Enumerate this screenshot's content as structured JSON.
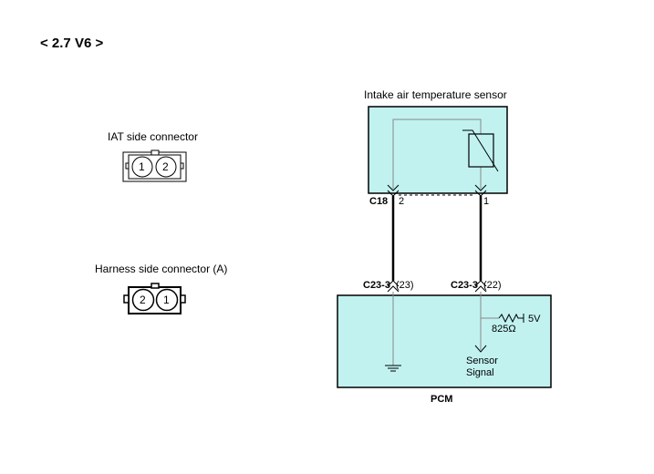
{
  "title": "< 2.7 V6 >",
  "iat_connector": {
    "label": "IAT side connector",
    "pins": [
      "1",
      "2"
    ]
  },
  "harness_connector": {
    "label": "Harness side connector (A)",
    "pins": [
      "2",
      "1"
    ]
  },
  "sensor": {
    "label": "Intake air temperature sensor"
  },
  "c18": {
    "name": "C18",
    "pin_left": "2",
    "pin_right": "1"
  },
  "c23_left": {
    "name": "C23-3",
    "pin": "(23)"
  },
  "c23_right": {
    "name": "C23-3",
    "pin": "(22)"
  },
  "pcm": {
    "label": "PCM",
    "resistor_value": "825Ω",
    "voltage": "5V",
    "signal_line1": "Sensor",
    "signal_line2": "Signal"
  },
  "colors": {
    "box_fill": "#c1f2f0",
    "line": "#000000",
    "sensor_wire": "#888888"
  }
}
